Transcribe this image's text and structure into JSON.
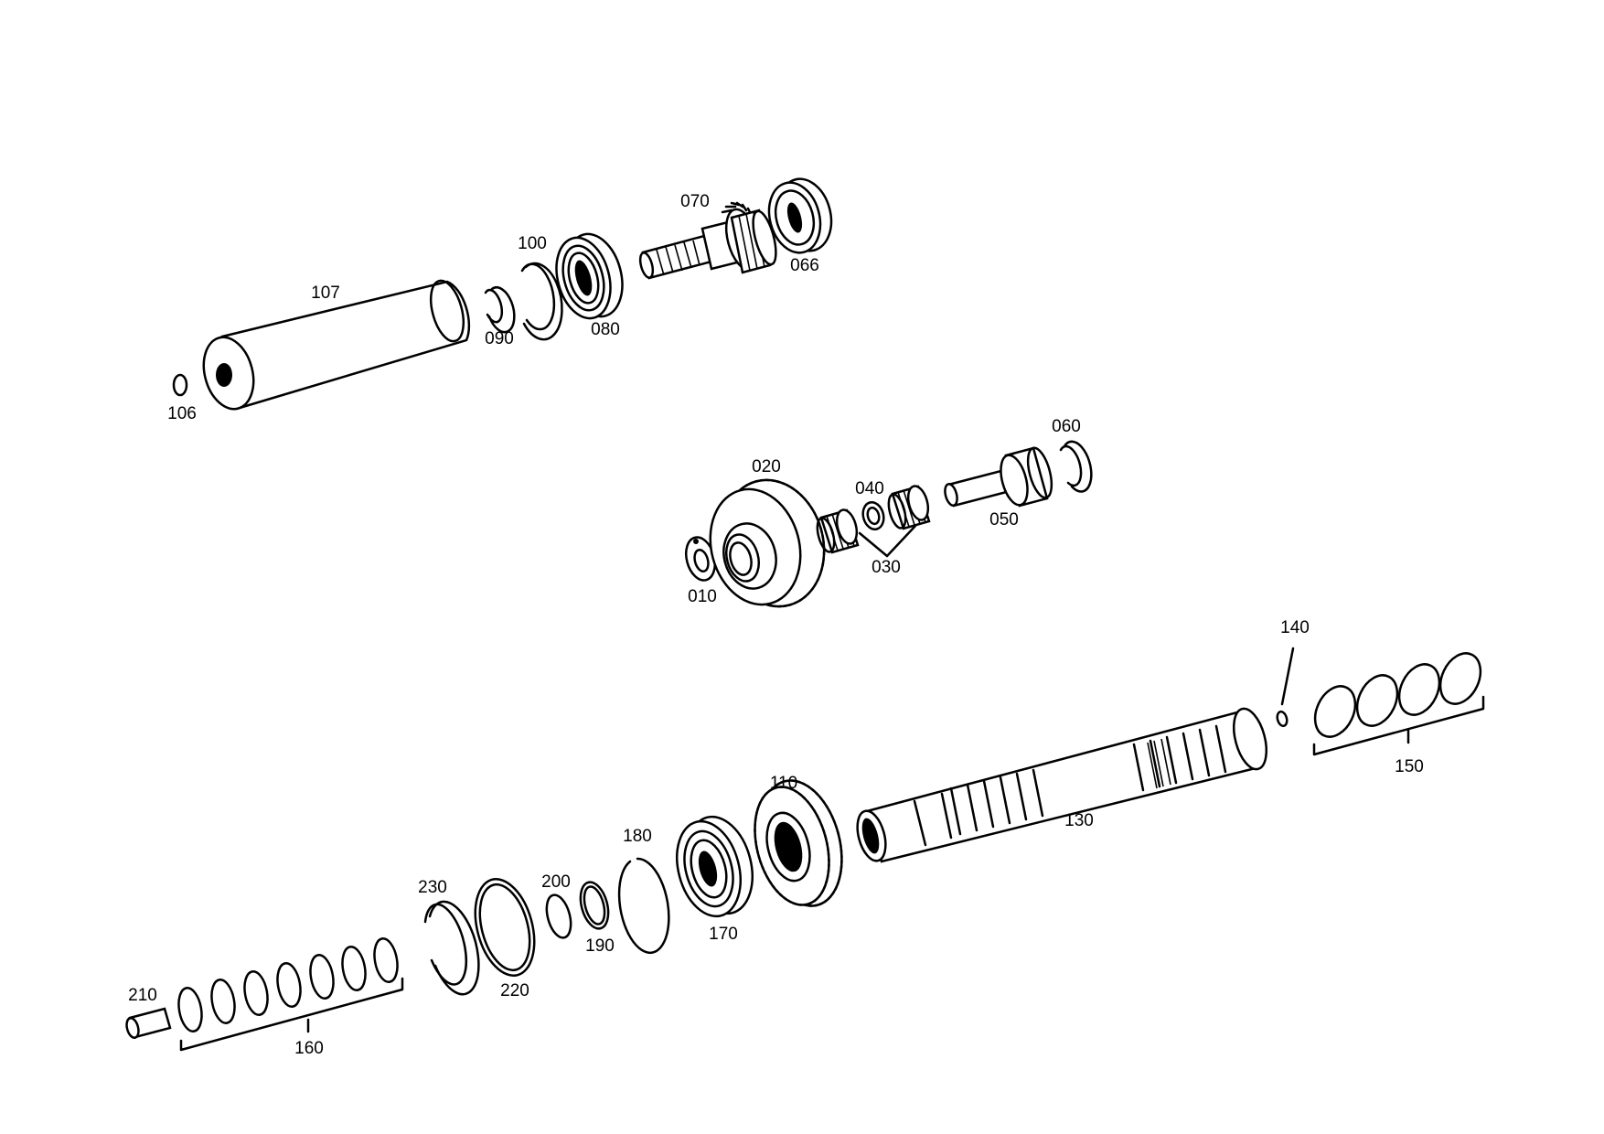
{
  "labels": {
    "p010": "010",
    "p020": "020",
    "p030": "030",
    "p040": "040",
    "p050": "050",
    "p060": "060",
    "p066": "066",
    "p070": "070",
    "p080": "080",
    "p090": "090",
    "p100": "100",
    "p106": "106",
    "p107": "107",
    "p110": "110",
    "p130": "130",
    "p140": "140",
    "p150": "150",
    "p160": "160",
    "p170": "170",
    "p180": "180",
    "p190": "190",
    "p200": "200",
    "p210": "210",
    "p220": "220",
    "p230": "230"
  },
  "colors": {
    "line": "#000000",
    "background": "#ffffff"
  }
}
